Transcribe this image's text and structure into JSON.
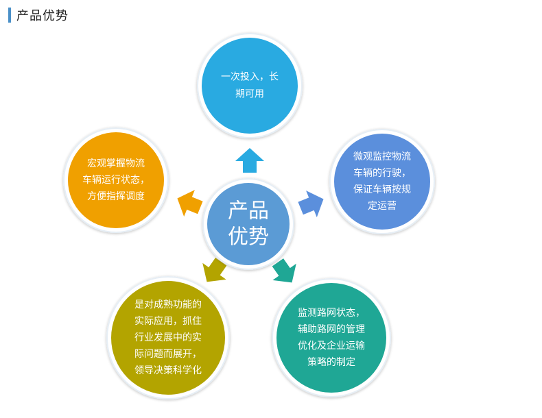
{
  "header": {
    "title": "产品优势"
  },
  "center": {
    "lines": [
      "产品",
      "优势"
    ],
    "color": "#5b9bd5"
  },
  "nodes": [
    {
      "id": "top",
      "lines": [
        "一次投入，长",
        "期可用"
      ],
      "color": "#29aae1"
    },
    {
      "id": "right",
      "lines": [
        "微观监控物流",
        "车辆的行驶，",
        "保证车辆按规",
        "定运营"
      ],
      "color": "#5b8fdc"
    },
    {
      "id": "bottom-right",
      "lines": [
        "监测路网状态，",
        "辅助路网的管理",
        "优化及企业运输",
        "策略的制定"
      ],
      "color": "#1fa795"
    },
    {
      "id": "bottom-left",
      "lines": [
        "是对成熟功能的",
        "实际应用，抓住",
        "行业发展中的实",
        "际问题而展开，",
        "领导决策科学化"
      ],
      "color": "#b3a400"
    },
    {
      "id": "left",
      "lines": [
        "宏观掌握物流",
        "车辆运行状态，",
        "方便指挥调度"
      ],
      "color": "#f0a000"
    }
  ]
}
